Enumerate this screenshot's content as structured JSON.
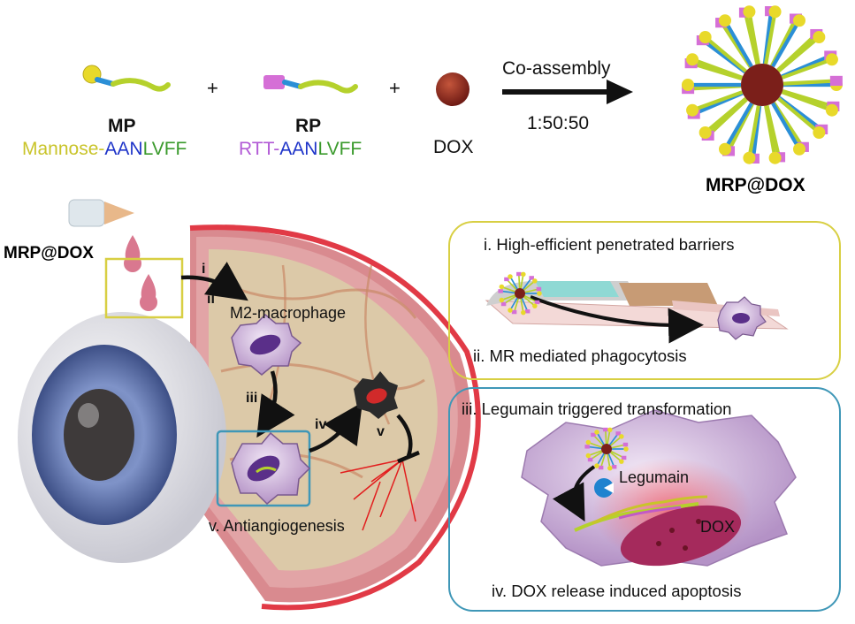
{
  "components": {
    "mp": {
      "label": "MP",
      "seq_a": "Mannose-",
      "seq_b": "AAN",
      "seq_c": "LVFF"
    },
    "rp": {
      "label": "RP",
      "seq_a": "RTT-",
      "seq_b": "AAN",
      "seq_c": "LVFF"
    },
    "dox": {
      "label": "DOX"
    },
    "plus1": "+",
    "plus2": "+"
  },
  "assembly": {
    "method": "Co-assembly",
    "ratio": "1:50:50",
    "product": "MRP@DOX"
  },
  "eye_panel": {
    "drop_label": "MRP@DOX",
    "step_i": "i",
    "step_ii": "ii",
    "step_iii": "iii",
    "step_iv": "iv",
    "step_v": "v",
    "macrophage_label": "M2-macrophage",
    "outcome_label": "v. Antiangiogenesis"
  },
  "top_box": {
    "title": "i. High-efficient penetrated barriers",
    "subtitle": "ii. MR mediated phagocytosis"
  },
  "bottom_box": {
    "title": "iii. Legumain triggered transformation",
    "legumain_label": "Legumain",
    "dox_label": "DOX",
    "subtitle": "iv. DOX release induced apoptosis"
  },
  "colors": {
    "mannose": "#c9c42a",
    "aan": "#1f35c9",
    "lvff": "#3a9a2c",
    "rtt": "#b25ad6",
    "yellow_box_border": "#d8cf43",
    "blue_box_border": "#3f97b7"
  }
}
